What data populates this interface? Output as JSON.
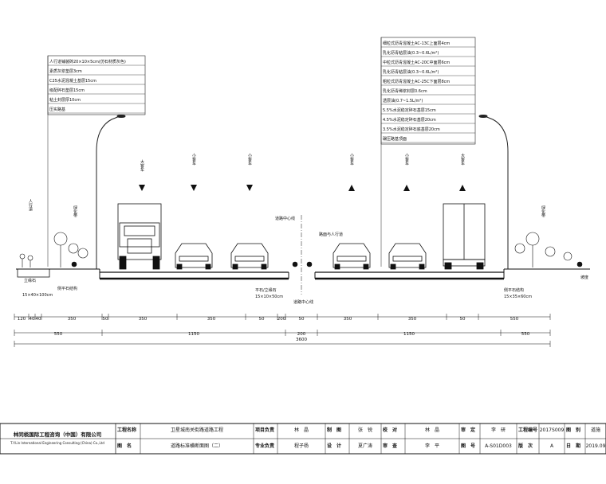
{
  "left_spec": [
    "人行道铺装砖20×10×5cm(仿石材质灰色)",
    "素质灰浆垫层3cm",
    "C25水泥混凝土基层15cm",
    "级配碎石垫层15cm",
    "粘土封层厚10cm",
    "压实路基"
  ],
  "right_spec": [
    "细粒式沥青混凝土AC-13C上面层4cm",
    "乳化沥青粘层油(0.3~0.6L/m²)",
    "中粒式沥青混凝土AC-20C中面层6cm",
    "乳化沥青粘层油(0.3~0.6L/m²)",
    "粗粒式沥青混凝土AC-25C下面层8cm",
    "乳化沥青稀浆封层0.6cm",
    "透层油(0.7~1.5L/m²)",
    "5.5%水泥稳定碎石基层15cm",
    "4.5%水泥稳定碎石基层20cm",
    "3.5%水泥稳定碎石底基层20cm",
    "碾压路基顶面"
  ],
  "lane_labels": {
    "left": [
      "大客车",
      "小客车",
      "小客车"
    ],
    "right": [
      "小客车",
      "小客车",
      "大客车"
    ]
  },
  "annotations": {
    "sidewalk": "人行道",
    "green_left": "绿化带",
    "green_right": "绿化带",
    "median": "道路中心线",
    "curb_left": "平石/立缘石",
    "curb_right": "路面与人行道",
    "curb_detail_left": "侧平石结构",
    "curb_detail_center": "道路中心线",
    "curb_detail_right": "侧平石结构",
    "small_left": "立缘石",
    "small_left2": "15×40×100cm",
    "slope_right": "坡度",
    "mid_small": "15×10×50cm",
    "mid_small2": "15×35×60cm"
  },
  "dims_top": [
    "120",
    "40",
    "40",
    "350",
    "50",
    "350",
    "350",
    "50",
    "200",
    "50",
    "350",
    "350",
    "50",
    "550"
  ],
  "dims_mid": [
    "550",
    "1150",
    "200",
    "1150",
    "550"
  ],
  "dims_total": "3600",
  "title_block": {
    "company_cn": "林同棪国际工程咨询（中国）有限公司",
    "company_en": "T.Y.Lin International Engineering Consulting (China) Co.,Ltd",
    "project_label": "工程名称",
    "project_value": "卫星城南关街路道路工程",
    "drawing_label": "图　名",
    "drawing_value": "道路标准横断面图（二）",
    "pm_label": "项目负责",
    "pm_value": "林　晶",
    "spec_label": "专业负责",
    "spec_value": "程子杨",
    "draw_label": "制　图",
    "draw_value": "张　锐",
    "design_label": "设　计",
    "design_value": "夏广涛",
    "check_label": "校　对",
    "check_value": "林　晶",
    "review_label": "审　查",
    "review_value": "李　平",
    "approve_label": "审　定",
    "approve_value": "李　研",
    "figno_label": "图　号",
    "figno_value": "A-S01D003",
    "projno_label": "工程编号",
    "projno_value": "2017S009",
    "cat_label": "图　别",
    "cat_value": "道施",
    "ver_label": "版　次",
    "ver_value": "A",
    "date_label": "日　期",
    "date_value": "2019.09"
  }
}
